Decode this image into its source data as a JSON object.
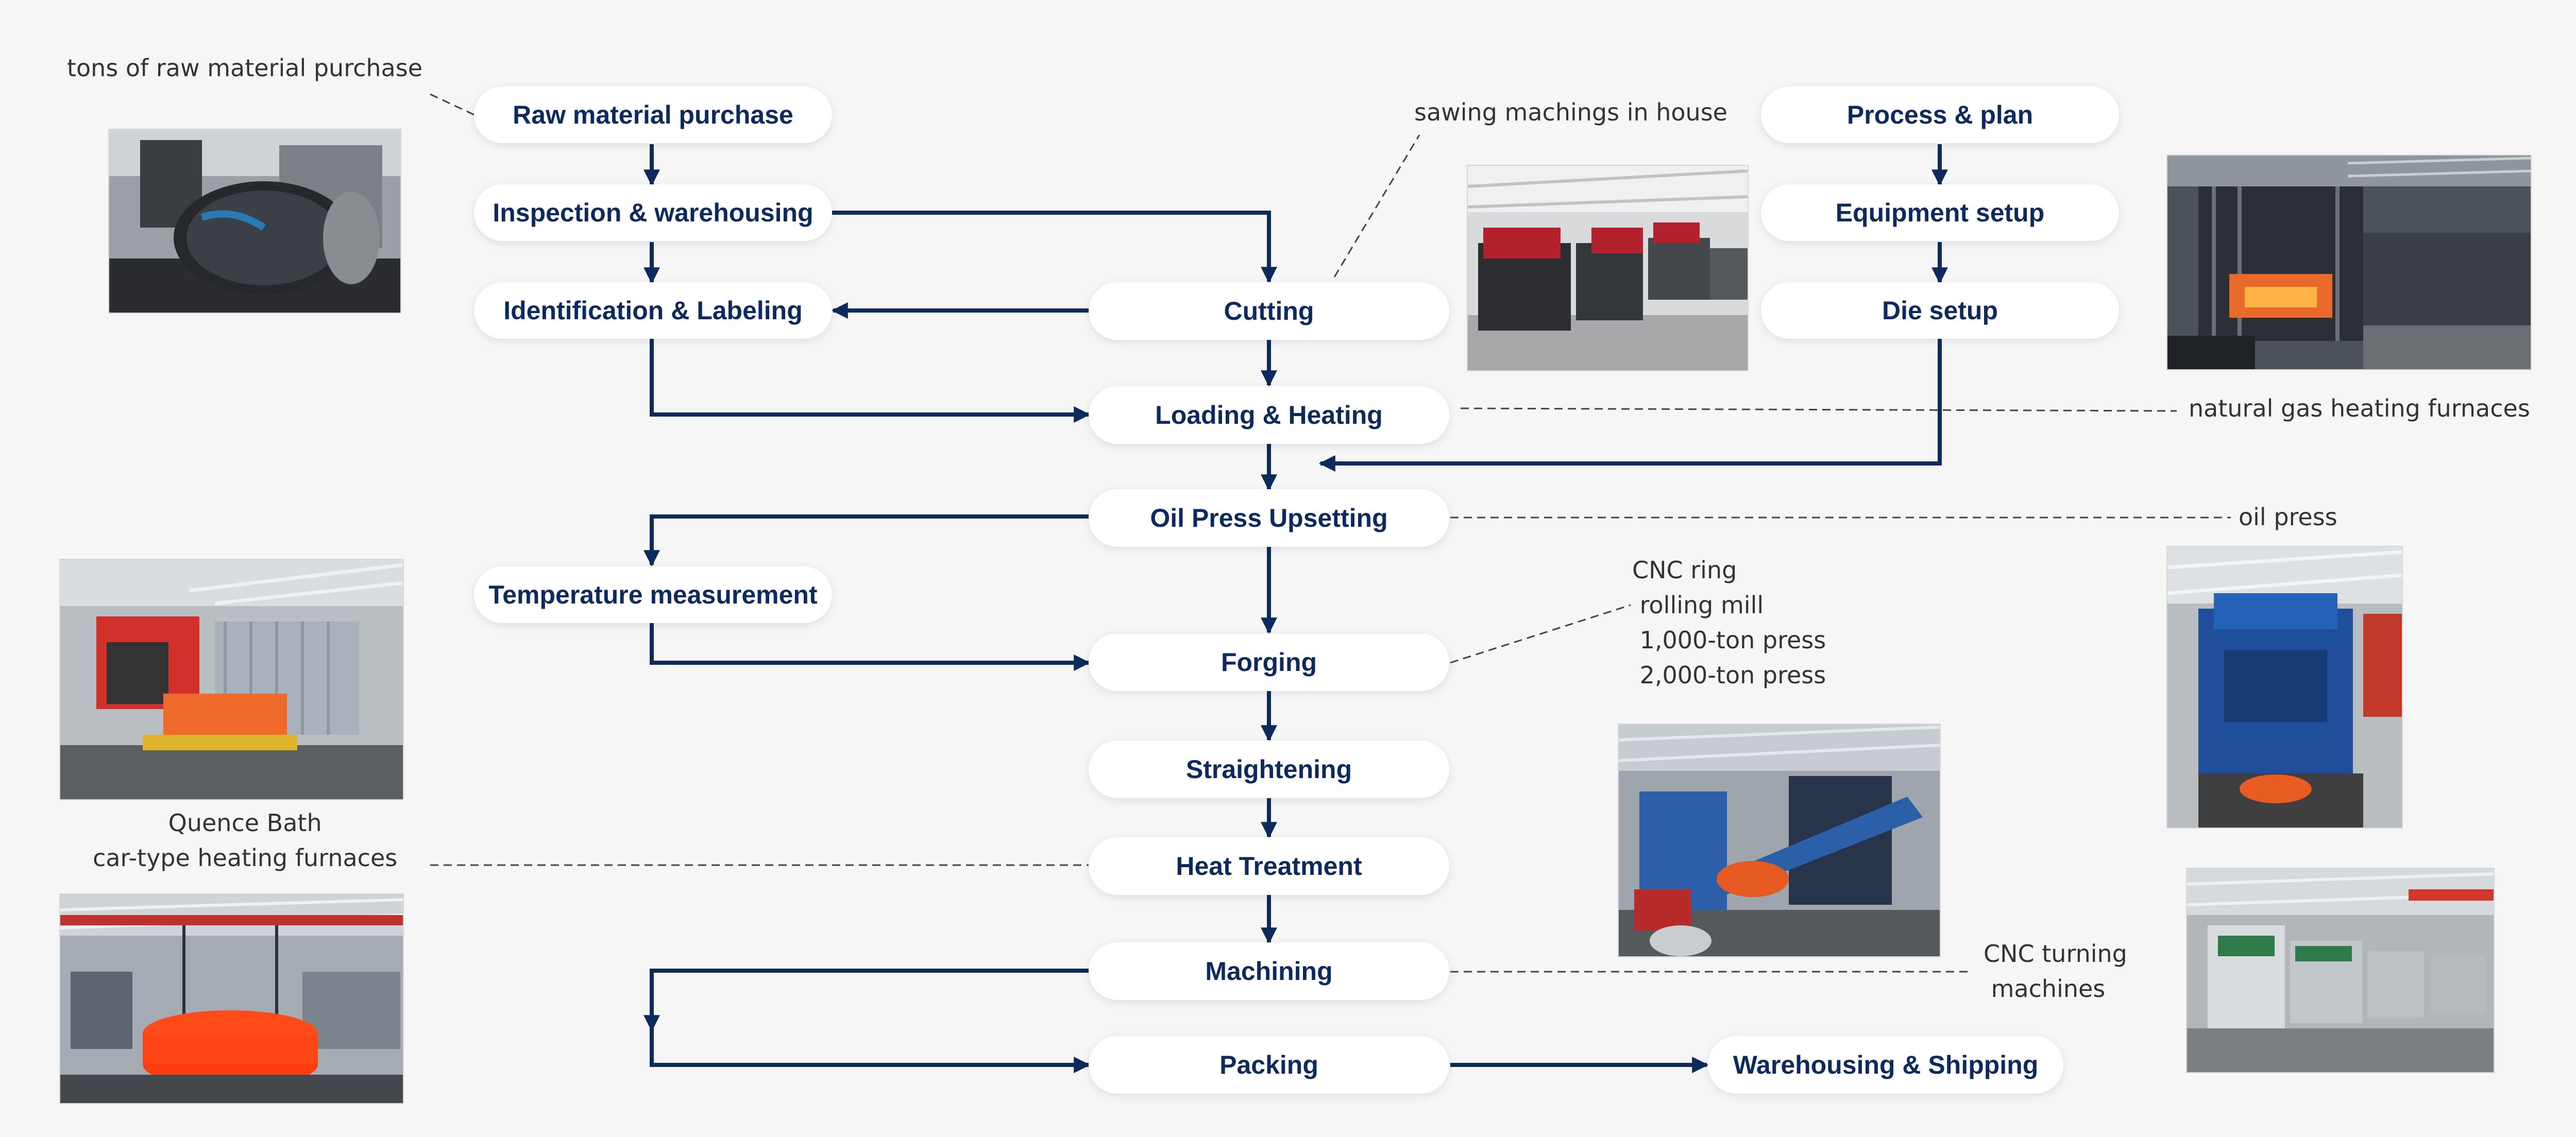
{
  "steps": {
    "raw_material_purchase": "Raw material purchase",
    "inspection_warehousing": "Inspection & warehousing",
    "identification_labeling": "Identification & Labeling",
    "cutting": "Cutting",
    "loading_heating": "Loading & Heating",
    "oil_press_upsetting": "Oil Press Upsetting",
    "temperature_measurement": "Temperature measurement",
    "forging": "Forging",
    "straightening": "Straightening",
    "heat_treatment": "Heat Treatment",
    "machining": "Machining",
    "packing": "Packing",
    "warehousing_shipping": "Warehousing & Shipping",
    "process_plan": "Process & plan",
    "equipment_setup": "Equipment setup",
    "die_setup": "Die setup"
  },
  "notes": {
    "raw_material": "tons of raw material  purchase",
    "sawing": "sawing machings in house",
    "gas_furnaces": "natural gas heating furnaces",
    "oil_press": "oil press",
    "forging_equipment": [
      "CNC ring",
      " rolling mill",
      " 1,000-ton press",
      " 2,000-ton press"
    ],
    "heat_treatment": [
      "Quence Bath",
      "car-type heating furnaces"
    ],
    "cnc_turning": [
      "CNC turning",
      " machines"
    ]
  },
  "photos": [
    "raw-material-photo",
    "sawing-machine-photo",
    "gas-furnace-photo",
    "car-furnace-photo",
    "oil-press-photo",
    "ring-rolling-mill-photo",
    "quench-bath-photo",
    "cnc-turning-photo"
  ],
  "colors": {
    "arrow": "#0c2a5c",
    "node_text": "#0c2a5c",
    "note_text": "#333333",
    "leader": "#444444"
  }
}
